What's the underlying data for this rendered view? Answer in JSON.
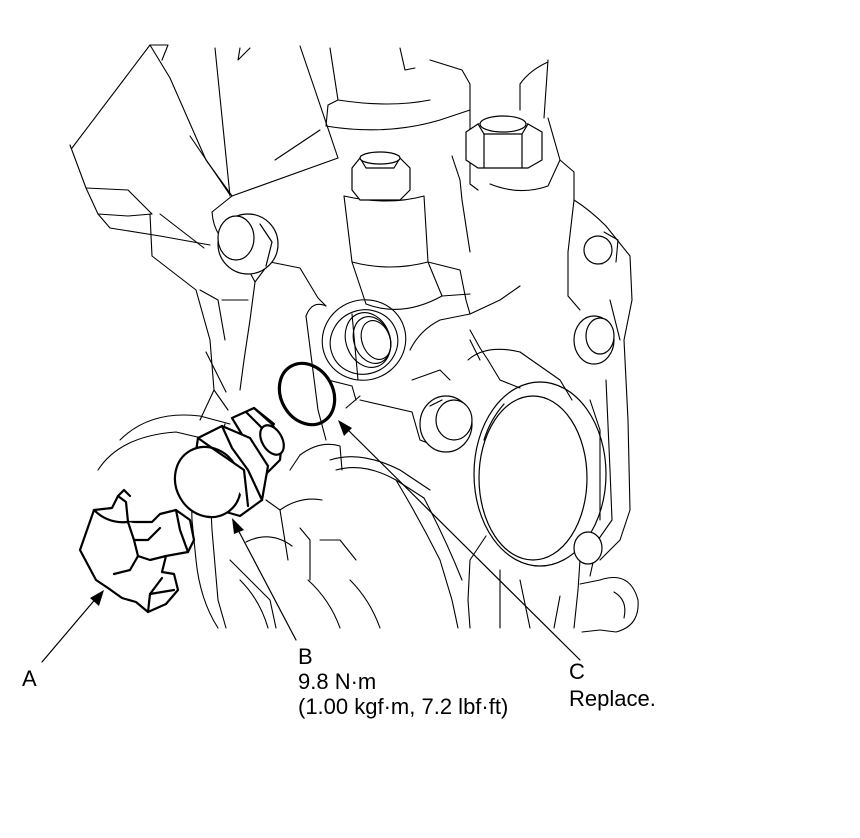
{
  "callouts": {
    "a": {
      "letter": "A"
    },
    "b": {
      "letter": "B",
      "torque": "9.8 N·m",
      "torque_alt": "(1.00 kgf·m, 7.2 lbf·ft)"
    },
    "c": {
      "letter": "C",
      "note": "Replace."
    }
  },
  "colors": {
    "line": "#000000",
    "background": "#ffffff",
    "highlight_line": "#000000"
  },
  "icons": [
    "clip-icon",
    "sealing-bolt-icon",
    "o-ring-icon"
  ]
}
